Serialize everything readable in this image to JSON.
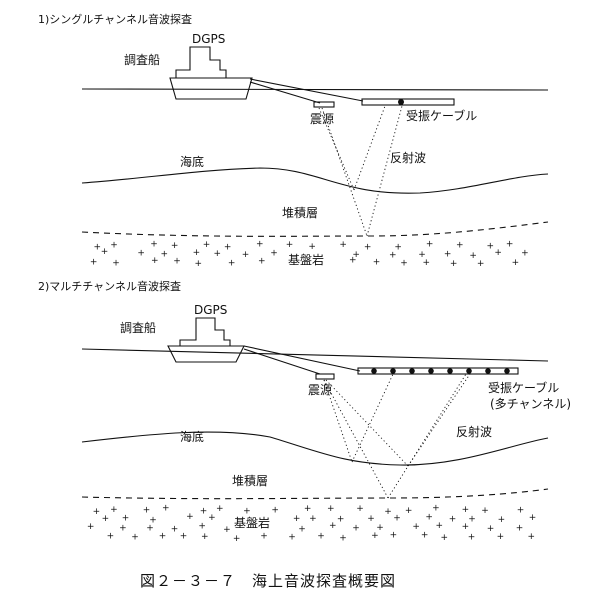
{
  "colors": {
    "ink": "#111111",
    "paper": "#ffffff"
  },
  "panel1": {
    "heading": "1)シングルチャンネル音波探査",
    "gps": "DGPS",
    "ship": "調査船",
    "source": "震源",
    "receiver": "受振ケーブル",
    "reflected": "反射波",
    "seabed": "海底",
    "sediment": "堆積層",
    "basement": "基盤岩"
  },
  "panel2": {
    "heading": "2)マルチチャンネル音波探査",
    "gps": "DGPS",
    "ship": "調査船",
    "source": "震源",
    "receiver": "受振ケーブル",
    "receiver_note": "(多チャンネル)",
    "reflected": "反射波",
    "seabed": "海底",
    "sediment": "堆積層",
    "basement": "基盤岩"
  },
  "caption": "図２－３－７　海上音波探査概要図"
}
